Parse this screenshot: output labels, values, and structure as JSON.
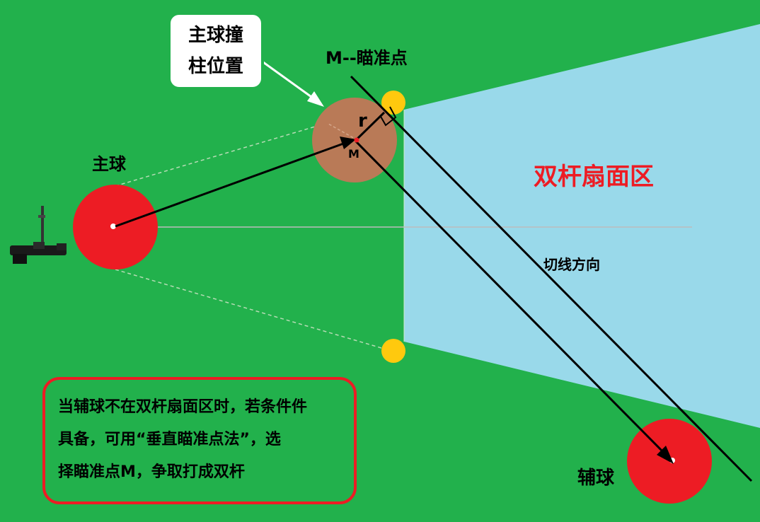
{
  "labels": {
    "cue_ball": "主球",
    "callout_line1": "主球撞",
    "callout_line2": "柱位置",
    "aim_point": "M--瞄准点",
    "radius": "r",
    "point_m": "M",
    "zone": "双杆扇面区",
    "tangent": "切线方向",
    "object_ball": "辅球"
  },
  "note": {
    "line1": "当辅球不在双杆扇面区时，若条件件",
    "line2": "具备，可用“垂直瞄准点法”，选",
    "line3": "择瞄准点M，争取打成双杆"
  },
  "colors": {
    "table": "#22b14c",
    "zone": "#99d9ea",
    "ball": "#ed1c24",
    "ghost_ball": "#b97a57",
    "post": "#ffc90e",
    "zone_text": "#ed1c24"
  },
  "icons": [
    "cue-stick-icon"
  ]
}
